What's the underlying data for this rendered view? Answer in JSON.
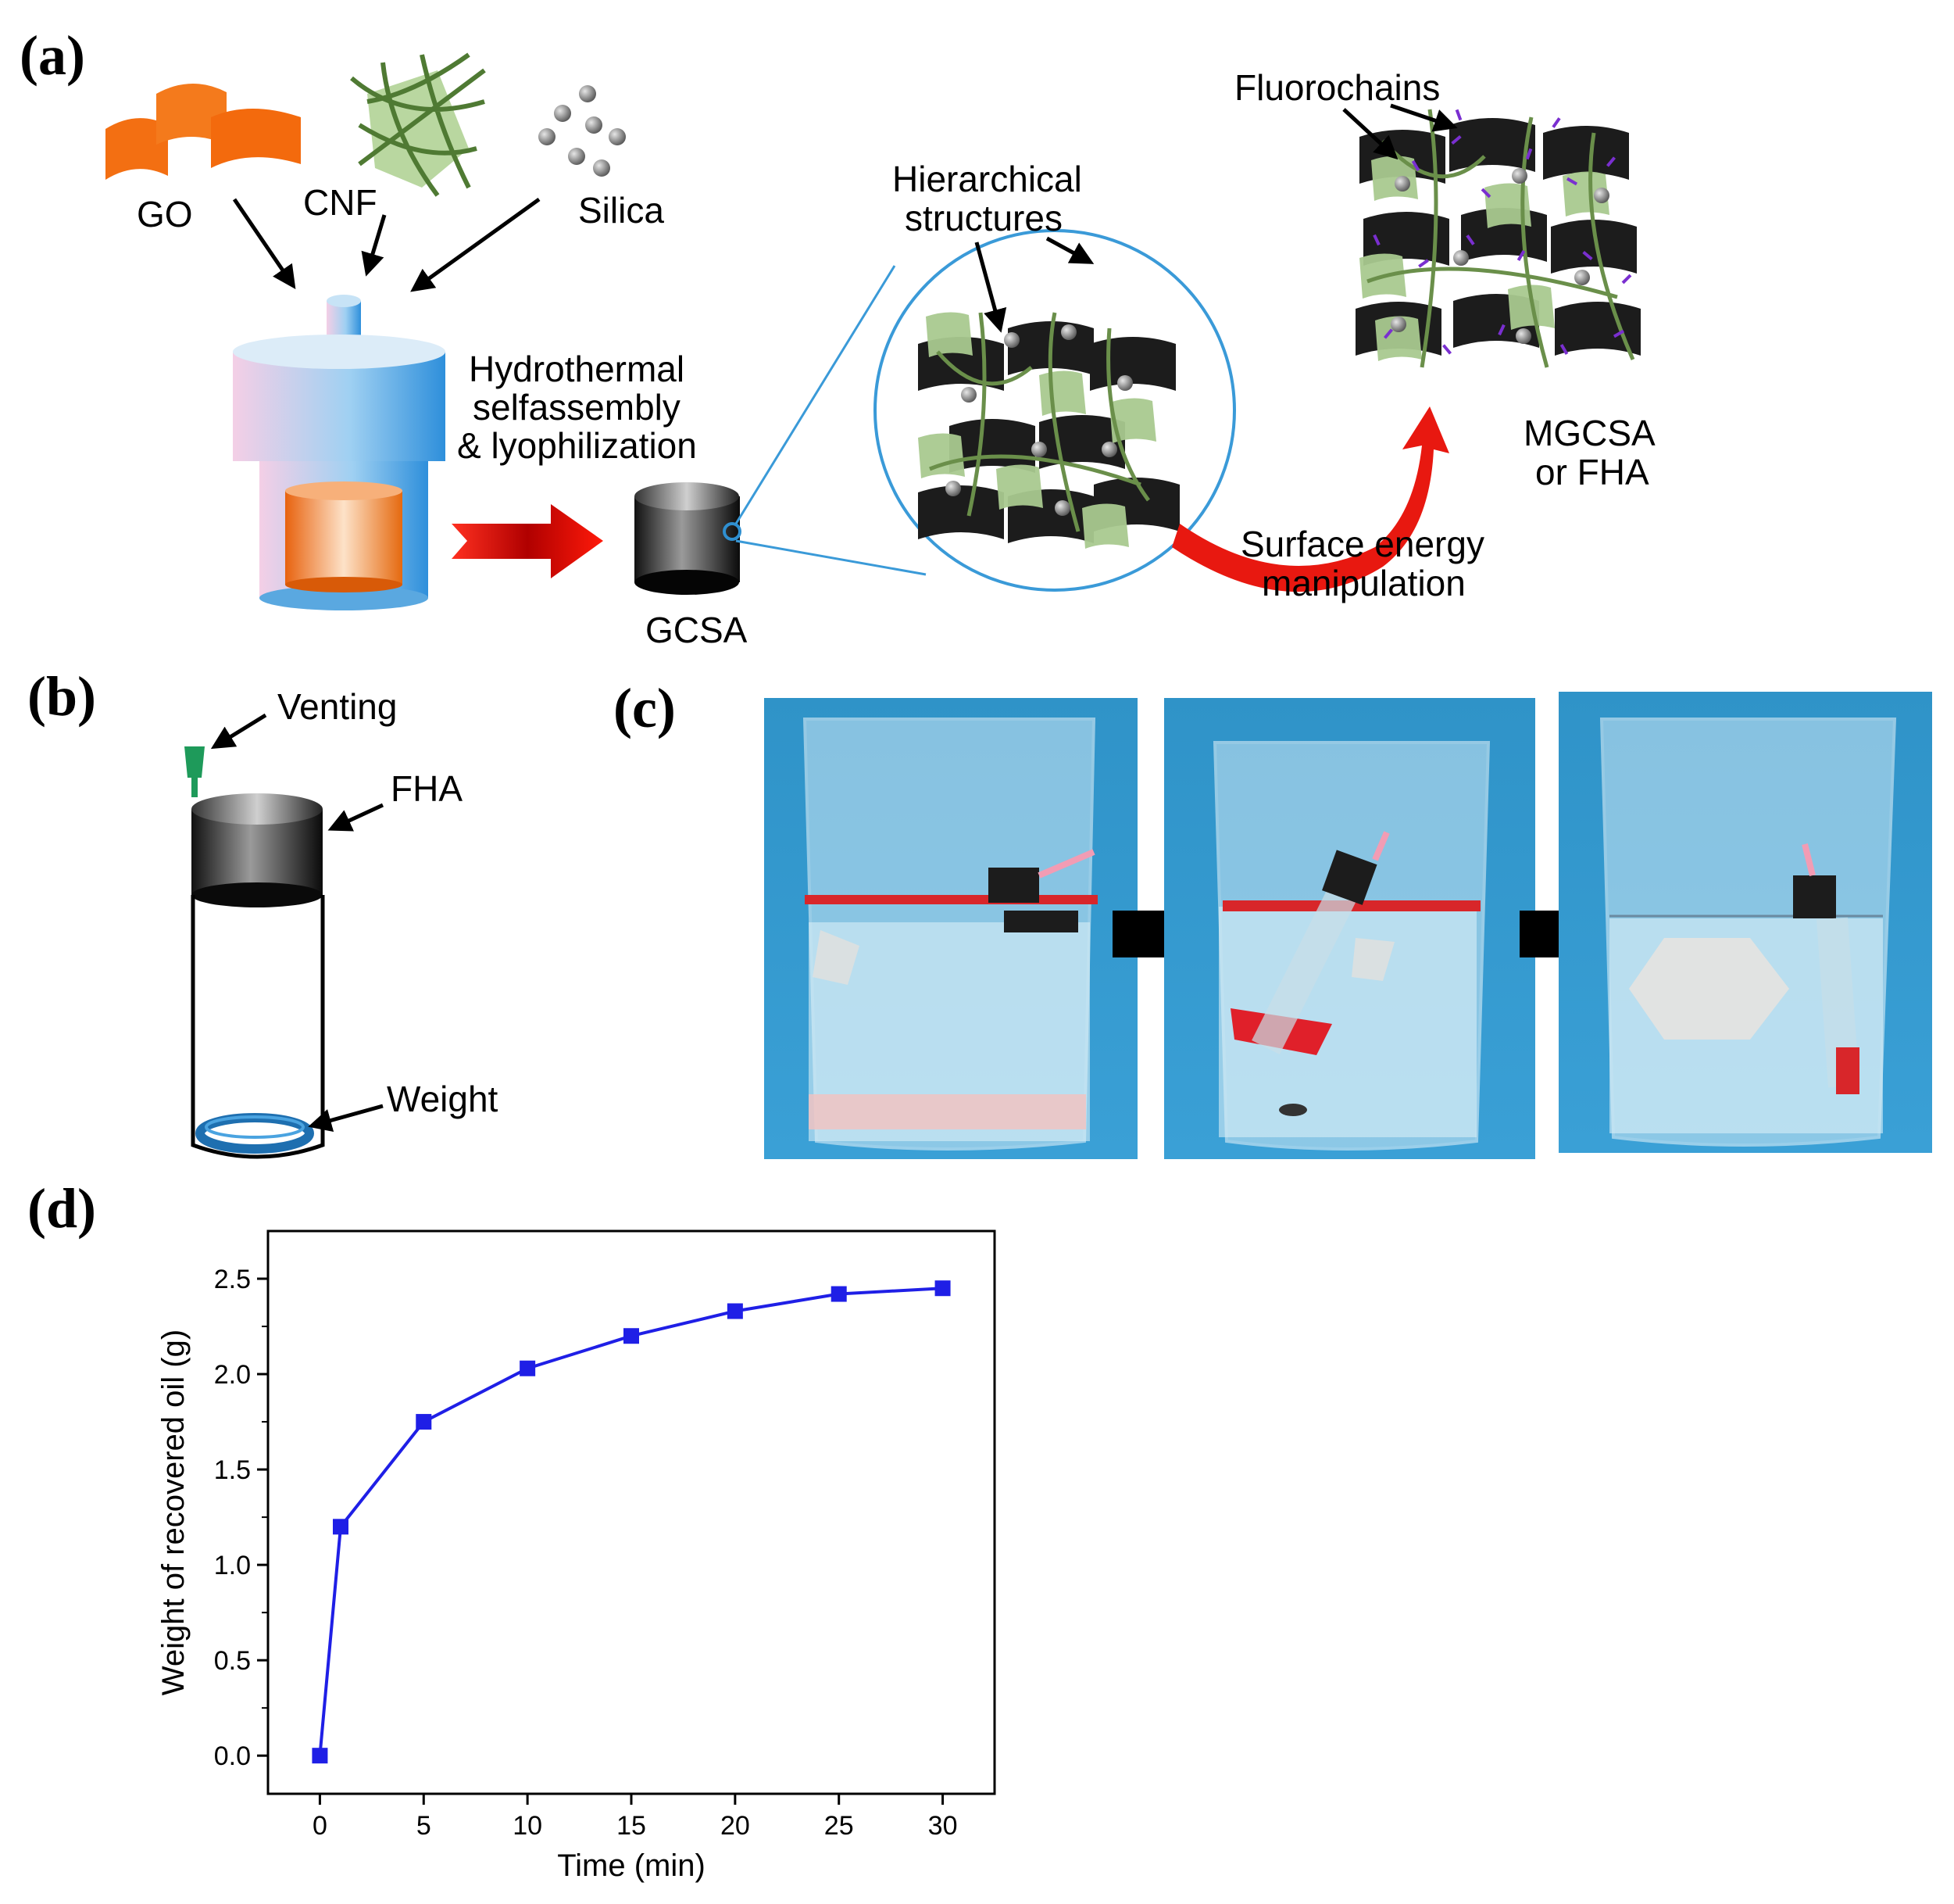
{
  "panel_labels": {
    "a": "(a)",
    "b": "(b)",
    "c": "(c)",
    "d": "(d)"
  },
  "panel_a": {
    "materials": {
      "go": "GO",
      "cnf": "CNF",
      "silica": "Silica"
    },
    "process_line1": "Hydrothermal",
    "process_line2": "selfassembly",
    "process_line3": "& lyophilization",
    "gcsa": "GCSA",
    "hier_line1": "Hierarchical",
    "hier_line2": "structures",
    "fluorochains": "Fluorochains",
    "surface_line1": "Surface energy",
    "surface_line2": "manipulation",
    "product_line1": "MGCSA",
    "product_line2": "or FHA"
  },
  "panel_b": {
    "venting": "Venting",
    "fha": "FHA",
    "weight": "Weight"
  },
  "chart_data": {
    "type": "line",
    "x": [
      0,
      1,
      5,
      10,
      15,
      20,
      25,
      30
    ],
    "series": [
      {
        "values": [
          0.0,
          1.2,
          1.75,
          2.03,
          2.2,
          2.33,
          2.42,
          2.45
        ],
        "color": "#1f1fe6",
        "marker": "square"
      }
    ],
    "xlabel": "Time (min)",
    "ylabel": "Weight of recovered oil (g)",
    "xlim": [
      -2.5,
      32.5
    ],
    "ylim": [
      -0.2,
      2.75
    ],
    "xticks": [
      "0",
      "5",
      "10",
      "15",
      "20",
      "25",
      "30"
    ],
    "yticks": [
      "0.0",
      "0.5",
      "1.0",
      "1.5",
      "2.0",
      "2.5"
    ],
    "grid": false
  }
}
